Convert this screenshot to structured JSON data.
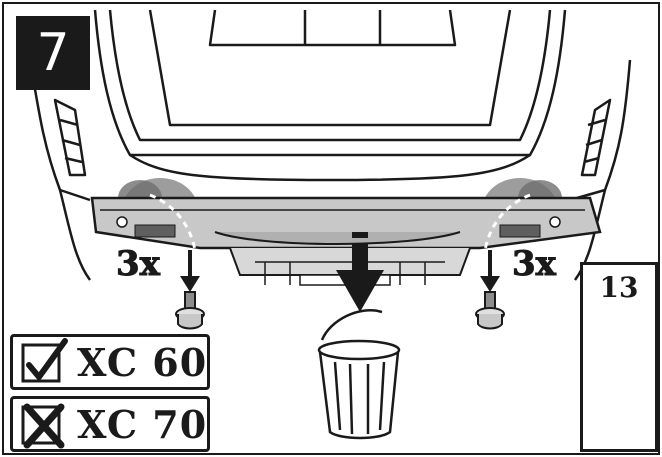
{
  "step": {
    "number": "7"
  },
  "quantities": {
    "left": "3x",
    "right": "3x"
  },
  "tool": {
    "size": "13"
  },
  "models": {
    "included": {
      "label": "XC 60",
      "mark": "check"
    },
    "excluded": {
      "label": "XC 70",
      "mark": "cross"
    }
  },
  "colors": {
    "ink": "#1a1a1a",
    "shade_dark": "#8c8c8c",
    "shade_light": "#c8c8c8",
    "paper": "#ffffff"
  },
  "icons": {
    "check": "checkmark-icon",
    "cross": "cross-icon",
    "bin": "trash-bin-icon",
    "bolt": "bolt-icon",
    "arrow": "arrow-down-icon",
    "wrench": "socket-wrench-icon"
  }
}
